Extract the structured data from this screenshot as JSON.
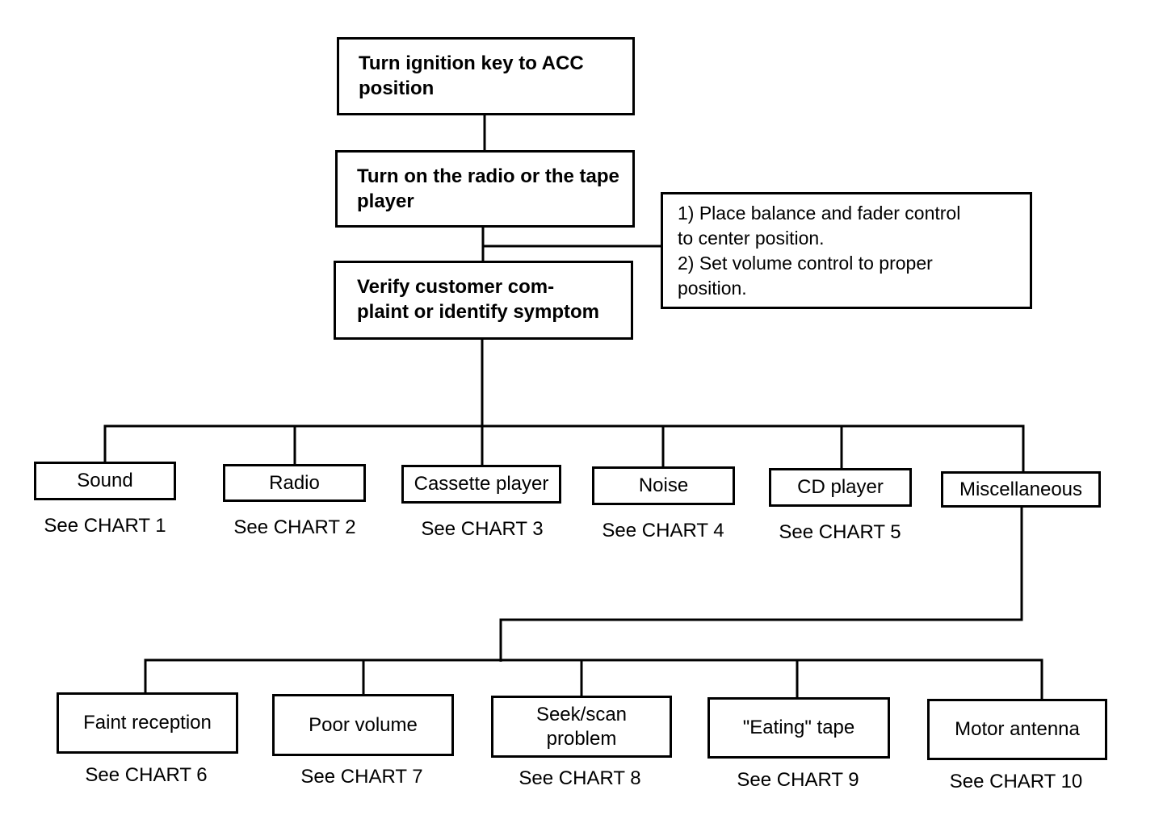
{
  "flow": {
    "step1": "Turn ignition key to ACC position",
    "step2": "Turn on the radio or the tape player",
    "step3_line1": "Verify customer com-",
    "step3_line2": "plaint  or identify symptom",
    "note": {
      "item1_line1": "1) Place balance and fader control",
      "item1_line2": "to center position.",
      "item2_line1": "2) Set volume control to proper",
      "item2_line2": "position."
    }
  },
  "symptoms": [
    {
      "label": "Sound",
      "ref": "See CHART 1"
    },
    {
      "label": "Radio",
      "ref": "See CHART 2"
    },
    {
      "label": "Cassette player",
      "ref": "See CHART 3"
    },
    {
      "label": "Noise",
      "ref": "See CHART 4"
    },
    {
      "label": "CD player",
      "ref": "See CHART 5"
    },
    {
      "label": "Miscellaneous",
      "ref": ""
    }
  ],
  "misc": [
    {
      "label": "Faint reception",
      "ref": "See CHART 6"
    },
    {
      "label": "Poor volume",
      "ref": "See CHART 7"
    },
    {
      "label": "Seek/scan",
      "label2": "problem",
      "ref": "See CHART 8"
    },
    {
      "label": "\"Eating\" tape",
      "ref": "See CHART 9"
    },
    {
      "label": "Motor antenna",
      "ref": "See CHART 10"
    }
  ]
}
